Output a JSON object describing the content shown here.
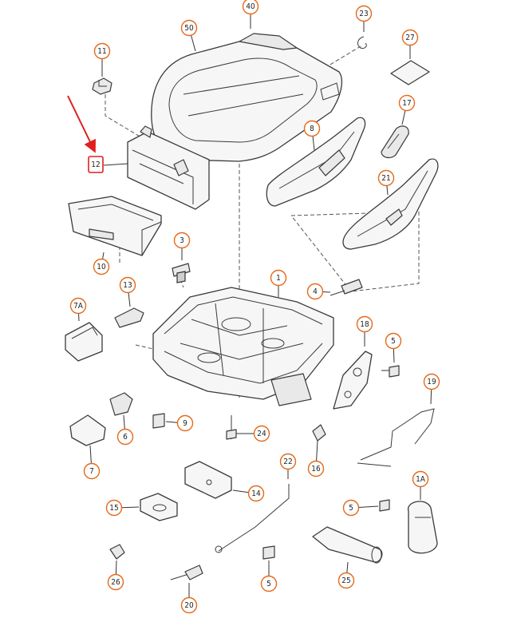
{
  "colors": {
    "accent": "#e46a1b",
    "highlight": "#e02020",
    "line": "#3a3a3a",
    "fill": "#f6f6f6"
  },
  "callouts": [
    {
      "id": "40",
      "label": "40"
    },
    {
      "id": "50",
      "label": "50"
    },
    {
      "id": "23",
      "label": "23"
    },
    {
      "id": "27",
      "label": "27"
    },
    {
      "id": "11",
      "label": "11"
    },
    {
      "id": "17",
      "label": "17"
    },
    {
      "id": "8",
      "label": "8"
    },
    {
      "id": "21",
      "label": "21"
    },
    {
      "id": "10",
      "label": "10"
    },
    {
      "id": "3",
      "label": "3"
    },
    {
      "id": "1",
      "label": "1"
    },
    {
      "id": "4",
      "label": "4"
    },
    {
      "id": "13",
      "label": "13"
    },
    {
      "id": "7A",
      "label": "7A"
    },
    {
      "id": "18",
      "label": "18"
    },
    {
      "id": "5a",
      "label": "5"
    },
    {
      "id": "19",
      "label": "19"
    },
    {
      "id": "6",
      "label": "6"
    },
    {
      "id": "9",
      "label": "9"
    },
    {
      "id": "24",
      "label": "24"
    },
    {
      "id": "16",
      "label": "16"
    },
    {
      "id": "7",
      "label": "7"
    },
    {
      "id": "22",
      "label": "22"
    },
    {
      "id": "1A",
      "label": "1A"
    },
    {
      "id": "14",
      "label": "14"
    },
    {
      "id": "15",
      "label": "15"
    },
    {
      "id": "5b",
      "label": "5"
    },
    {
      "id": "26",
      "label": "26"
    },
    {
      "id": "5c",
      "label": "5"
    },
    {
      "id": "25",
      "label": "25"
    },
    {
      "id": "20",
      "label": "20"
    }
  ],
  "highlighted": {
    "label": "12"
  }
}
